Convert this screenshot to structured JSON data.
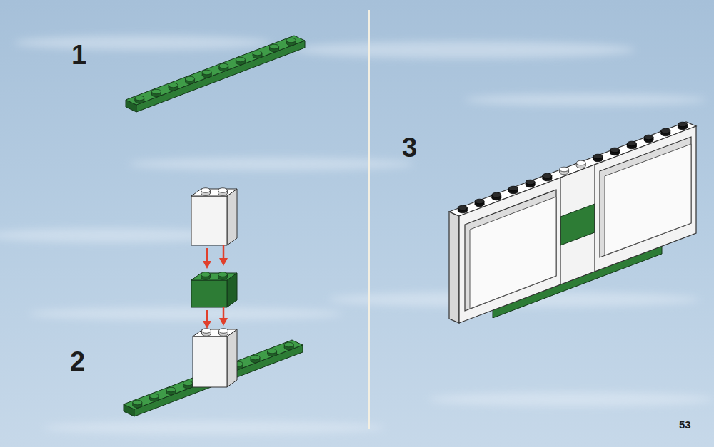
{
  "diagram": {
    "labels": [
      "1",
      "2",
      "3",
      "53"
    ]
  }
}
